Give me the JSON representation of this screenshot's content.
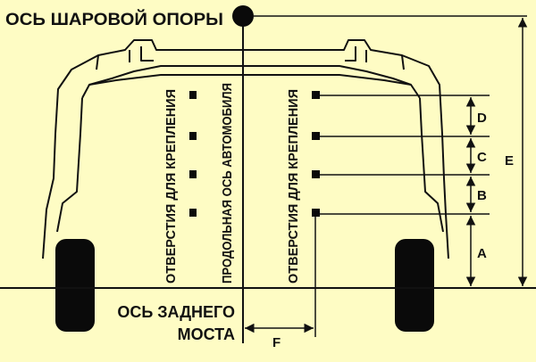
{
  "labels": {
    "ball_joint_axis": "ОСЬ ШАРОВОЙ ОПОРЫ",
    "rear_axle_line1": "ОСЬ ЗАДНЕГО",
    "rear_axle_line2": "МОСТА",
    "mounting_holes_left": "ОТВЕРСТИЯ ДЛЯ КРЕПЛЕНИЯ",
    "longitudinal_axis": "ПРОДОЛЬНАЯ ОСЬ АВТОМОБИЛЯ",
    "mounting_holes_right": "ОТВЕРСТИЯ ДЛЯ КРЕПЛЕНИЯ"
  },
  "dimensions": {
    "a": "A",
    "b": "B",
    "c": "C",
    "d": "D",
    "e": "E",
    "f": "F"
  },
  "colors": {
    "background": "#fefcc4",
    "line": "#111111",
    "tire": "#0a0a0a"
  }
}
